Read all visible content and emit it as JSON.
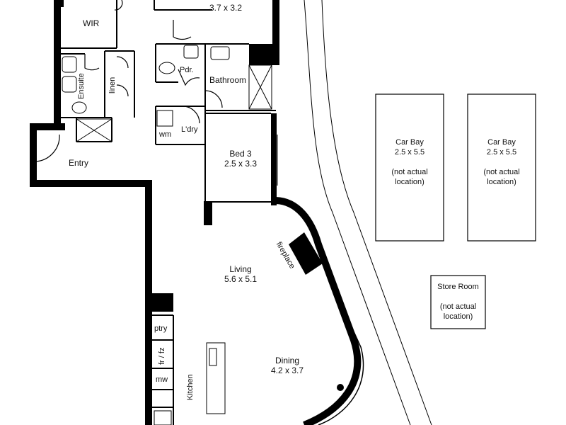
{
  "rooms": {
    "top_room_dims": "3.7 x 3.2",
    "wir": "WIR",
    "ensuite": "Ensuite",
    "linen": "linen",
    "powder": "Pdr.",
    "bathroom": "Bathroom",
    "laundry": "L'dry",
    "wm": "wm",
    "entry": "Entry",
    "bed3": {
      "name": "Bed 3",
      "dims": "2.5 x 3.3"
    },
    "fireplace": "fireplace",
    "living": {
      "name": "Living",
      "dims": "5.6 x 5.1"
    },
    "dining": {
      "name": "Dining",
      "dims": "4.2 x 3.7"
    },
    "kitchen": "Kitchen",
    "pantry": "ptry",
    "fridge_freezer": "fr / fz",
    "microwave": "mw"
  },
  "car_bays": [
    {
      "name": "Car Bay",
      "dims": "2.5 x 5.5",
      "note": "(not actual",
      "note2": "location)"
    },
    {
      "name": "Car Bay",
      "dims": "2.5 x 5.5",
      "note": "(not actual",
      "note2": "location)"
    }
  ],
  "store_room": {
    "name": "Store Room",
    "note": "(not actual",
    "note2": "location)"
  }
}
